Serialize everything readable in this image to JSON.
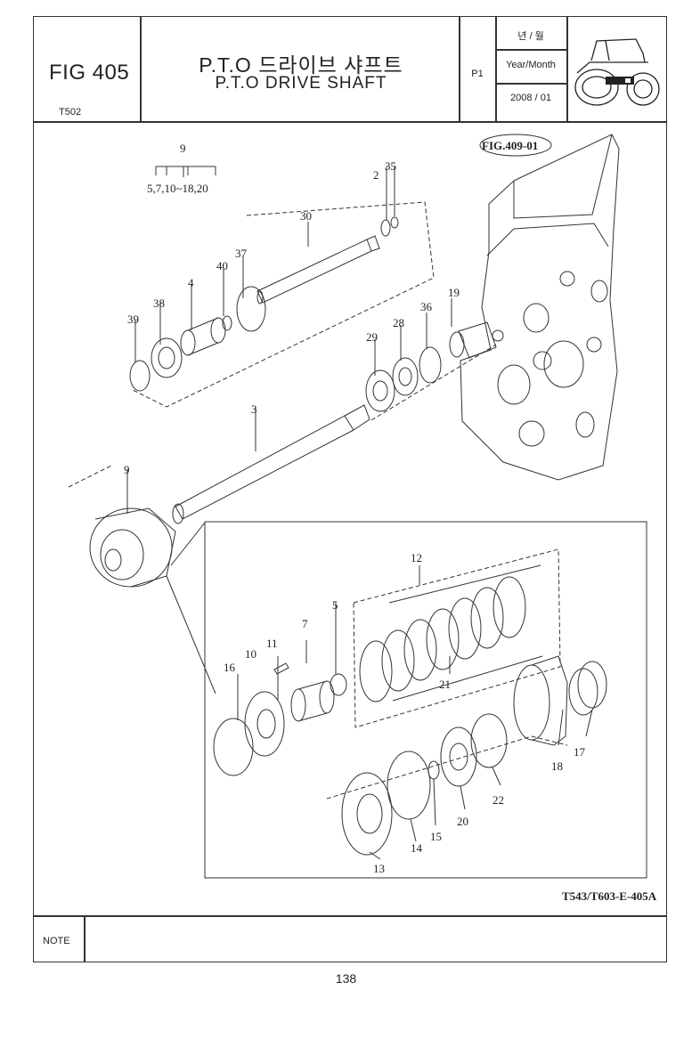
{
  "header": {
    "fig_number": "FIG 405",
    "model_code": "T502",
    "title_korean": "P.T.O 드라이브 샤프트",
    "title_english": "P.T.O DRIVE SHAFT",
    "page_code": "P1",
    "year_month_korean": "년 / 월",
    "year_month_label": "Year/Month",
    "year_month_value": "2008 / 01",
    "tractor_icon": "tractor-icon"
  },
  "diagram": {
    "reference_fig": "FIG.409-01",
    "group_label": "9",
    "group_members": "5,7,10~18,20",
    "callouts": [
      "35",
      "2",
      "30",
      "37",
      "40",
      "4",
      "38",
      "39",
      "19",
      "36",
      "28",
      "29",
      "3",
      "9",
      "12",
      "5",
      "7",
      "11",
      "10",
      "16",
      "21",
      "17",
      "18",
      "22",
      "20",
      "15",
      "14",
      "13"
    ],
    "drawing_code": "T543/T603-E-405A"
  },
  "footer": {
    "note_label": "NOTE",
    "page_number": "138"
  }
}
